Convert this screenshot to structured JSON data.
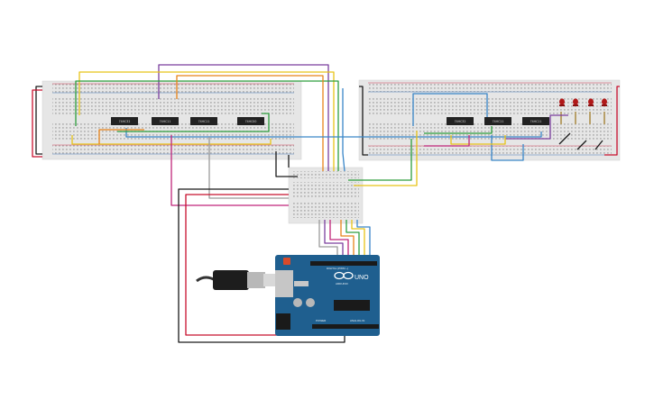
{
  "breadboard_left": {
    "chips": [
      {
        "label": "74HC32"
      },
      {
        "label": "74HC11"
      },
      {
        "label": "74HC11"
      },
      {
        "label": "74HC00"
      }
    ]
  },
  "breadboard_right": {
    "chips": [
      {
        "label": "74HC32"
      },
      {
        "label": "74HC11"
      },
      {
        "label": "74HC11"
      }
    ],
    "led_count": 4
  },
  "breadboard_small": {},
  "arduino": {
    "brand": "ARDUINO",
    "model": "UNO",
    "header_text": "DIGITAL (PWM ~)",
    "power_text": "POWER",
    "analog_text": "ANALOG IN"
  },
  "colors": {
    "board_blue": "#1f5f8f",
    "breadboard": "#e6e6e6",
    "chip": "#222222",
    "led": "#b01818",
    "wire_red": "#c8102e",
    "wire_black": "#1a1a1a",
    "wire_purple": "#7b3f9e",
    "wire_green": "#2e9e3e",
    "wire_yellow": "#e8c418",
    "wire_blue": "#3a86c8",
    "wire_orange": "#e8841a",
    "wire_magenta": "#c0257a",
    "wire_gray": "#9a9a9a"
  }
}
